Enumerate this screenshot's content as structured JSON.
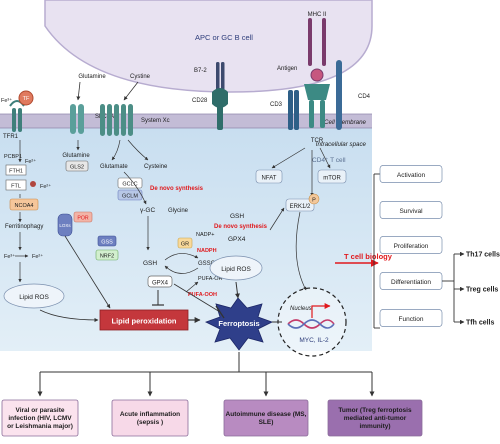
{
  "cells": {
    "apc": "APC or GC B cell",
    "t_cell": "CD4⁺ T cell",
    "membrane": "Cell membrane",
    "intracellular": "Intracellular space"
  },
  "receptors": {
    "mhc": "MHC II",
    "antigen": "Antigen",
    "b72": "B7-2",
    "cd28": "CD28",
    "cd3": "CD3",
    "cd4": "CD4",
    "tcr": "TCR"
  },
  "iron": {
    "fe3": "Fe³⁺",
    "tf": "TF",
    "tfr1": "TFR1",
    "fe2_a": "Fe²⁺",
    "pcbp1": "PCBP1",
    "fth1": "FTH1",
    "ftl": "FTL",
    "fe2_b": "Fe²⁺",
    "ncoa4": "NCOA4",
    "ferritinophagy": "Ferritinophagy",
    "fe3_b": "Fe³⁺",
    "fe2_c": "Fe²⁺",
    "lox": "LOXs",
    "por": "POR"
  },
  "amino": {
    "glutamine_top": "Glutamine",
    "cystine": "Cystine",
    "slc1a5": "SLC1A5",
    "system_xc": "System Xc",
    "glutamine": "Glutamine",
    "gls2": "GLS2",
    "glutamate": "Glutamate",
    "cysteine": "Cysteine",
    "gclc": "GCLC",
    "gclm": "GCLM",
    "de_novo": "De novo synthesis",
    "glycine": "Glycine",
    "ygc": "γ-GC",
    "gss": "GSS",
    "nrf2": "NRF2",
    "gsh": "GSH",
    "gr": "GR",
    "nadph": "NADPH",
    "nadp": "NADP+",
    "gssg": "GSSG",
    "gpx4": "GPX4",
    "pufa_oh": "PUFA-OH",
    "pufa_ooh": "PUFA-OOH"
  },
  "tcell": {
    "nfat": "NFAT",
    "mtor": "mTOR",
    "gsh": "GSH",
    "de_novo": "De novo synthesis",
    "gpx4": "GPX4",
    "erk": "ERK1/2",
    "p": "P",
    "nucleus": "Nucleus",
    "myc": "MYC, IL-2"
  },
  "central": {
    "lipid_ros_left": "Lipid ROS",
    "lipid_ros_right": "Lipid ROS",
    "lipid_peroxidation": "Lipid peroxidation",
    "ferroptosis": "Ferroptosis"
  },
  "biology": {
    "title": "T cell biology",
    "items": [
      "Activation",
      "Survival",
      "Proliferation",
      "Differentiation",
      "Function"
    ],
    "subsets": [
      "Th17 cells",
      "Treg cells",
      "Tfh cells"
    ]
  },
  "diseases": [
    {
      "text": "Viral or  parasite infection (HIV, LCMV or  Leishmania major)",
      "color": "#fbe3ee"
    },
    {
      "text": "Acute inflammation (sepsis )",
      "color": "#f7d9e8"
    },
    {
      "text": "Autoimmune disease (MS, SLE)",
      "color": "#b88bc1"
    },
    {
      "text": "Tumor (Treg ferroptosis mediated anti-tumor immunity)",
      "color": "#9a6fae"
    }
  ],
  "colors": {
    "apc_fill": "#e8e2f1",
    "cytoplasm": "#d3e6f2",
    "membrane": "#b9b3ce",
    "red": "#e0191d",
    "lipid_peroxidation_box": "#c4373c",
    "ferroptosis_star": "#2f3f8a"
  }
}
